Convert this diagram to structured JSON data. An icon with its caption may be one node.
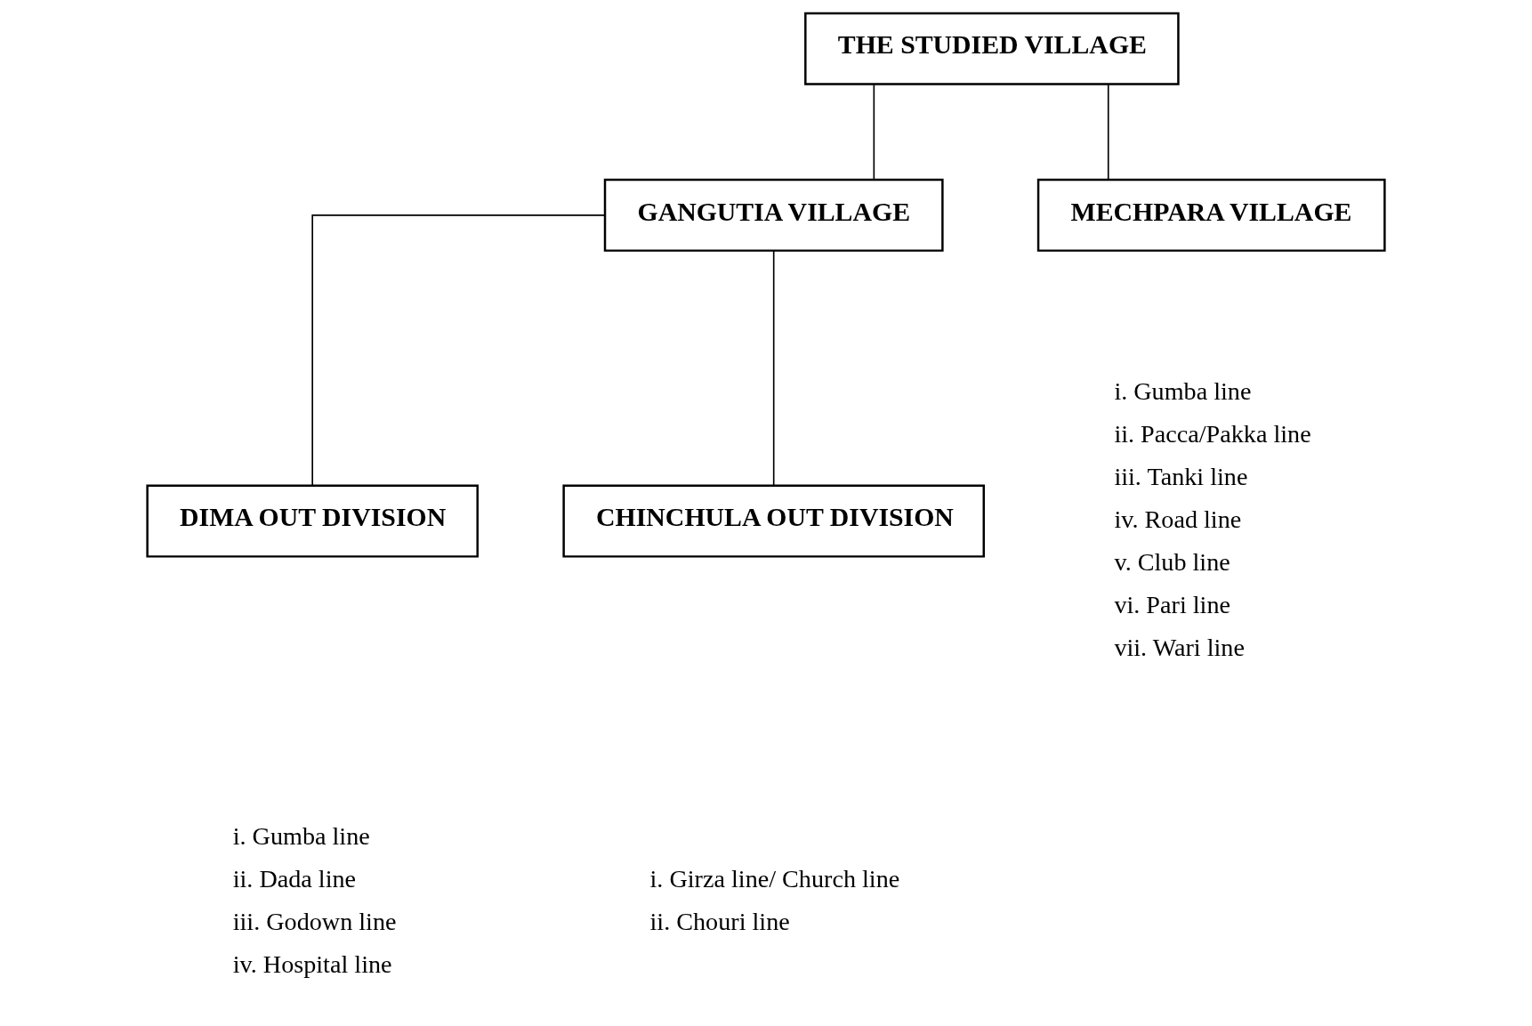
{
  "diagram": {
    "nodes": [
      {
        "text": [
          "THE STUDIED VILLAGE"
        ]
      },
      {
        "text": [
          "GANGUTIA VILLAGE"
        ]
      },
      {
        "text": [
          "MECHPARA VILLAGE"
        ],
        "beside": [
          "i. Gumba line",
          "ii. Pacca/Pakka line",
          "iii. Tanki line",
          "iv. Road line",
          "v. Club line",
          "vi. Pari line",
          "vii. Wari line"
        ]
      },
      {
        "text": [
          "DIMA OUT DIVISION"
        ],
        "beside": [
          "i. Gumba line",
          "ii. Dada line",
          "iii. Godown line",
          "iv. Hospital line"
        ]
      },
      {
        "text": [
          "CHINCHULA OUT DIVISION"
        ],
        "beside": [
          "i. Girza line/ Church line",
          "ii. Chouri line"
        ]
      }
    ],
    "edges": [
      {
        "from": 0,
        "to": 1,
        "arrow": "none"
      },
      {
        "from": 0,
        "to": 2,
        "arrow": "none"
      },
      {
        "from": 1,
        "to": 3,
        "arrow": "none"
      },
      {
        "from": 1,
        "to": 4,
        "arrow": "none"
      }
    ]
  }
}
